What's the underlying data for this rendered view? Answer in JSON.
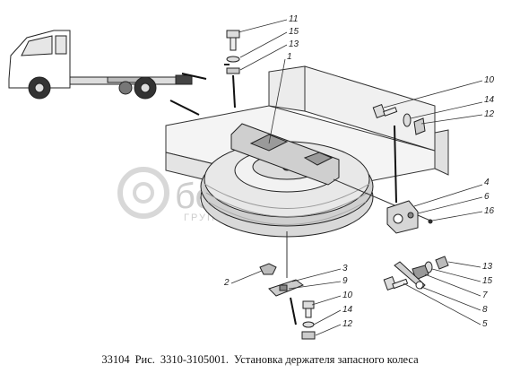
{
  "caption": {
    "model": "33104",
    "figure_label": "Рис.",
    "figure_number": "3310-3105001.",
    "title": "Установка держателя запасного колеса"
  },
  "watermark": {
    "brand": "белавто",
    "subtitle": "ГРУППА КОМПАНИЙ"
  },
  "callouts": {
    "c11": "11",
    "c15a": "15",
    "c13a": "13",
    "c1": "1",
    "c10a": "10",
    "c14a": "14",
    "c12a": "12",
    "c4": "4",
    "c6": "6",
    "c16": "16",
    "c2": "2",
    "c3": "3",
    "c9": "9",
    "c10b": "10",
    "c14b": "14",
    "c12b": "12",
    "c13b": "13",
    "c15b": "15",
    "c7": "7",
    "c8": "8",
    "c5": "5"
  }
}
